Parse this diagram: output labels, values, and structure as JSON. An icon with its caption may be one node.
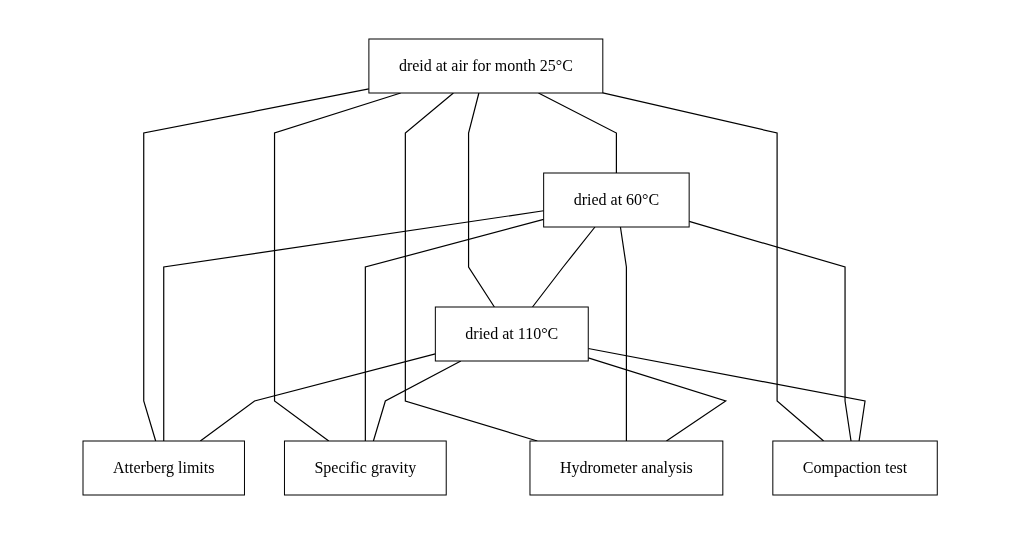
{
  "diagram": {
    "nodes": [
      {
        "text": [
          "dreid at air for month 25°C"
        ]
      },
      {
        "text": [
          "dried at 60°C"
        ]
      },
      {
        "text": [
          "dried at 110°C"
        ]
      },
      {
        "text": [
          "Atterberg limits"
        ]
      },
      {
        "text": [
          "Specific gravity"
        ]
      },
      {
        "text": [
          "Hydrometer analysis"
        ]
      },
      {
        "text": [
          "Compaction test"
        ]
      }
    ],
    "edges": [
      {
        "from": 0,
        "to": 1,
        "arrow": "none"
      },
      {
        "from": 0,
        "to": 2,
        "arrow": "none"
      },
      {
        "from": 1,
        "to": 2,
        "arrow": "none"
      },
      {
        "from": 0,
        "to": 3,
        "arrow": "none"
      },
      {
        "from": 0,
        "to": 4,
        "arrow": "none"
      },
      {
        "from": 0,
        "to": 5,
        "arrow": "none"
      },
      {
        "from": 0,
        "to": 6,
        "arrow": "none"
      },
      {
        "from": 1,
        "to": 3,
        "arrow": "none"
      },
      {
        "from": 1,
        "to": 4,
        "arrow": "none"
      },
      {
        "from": 1,
        "to": 5,
        "arrow": "none"
      },
      {
        "from": 1,
        "to": 6,
        "arrow": "none"
      },
      {
        "from": 2,
        "to": 3,
        "arrow": "none"
      },
      {
        "from": 2,
        "to": 4,
        "arrow": "none"
      },
      {
        "from": 2,
        "to": 5,
        "arrow": "none"
      },
      {
        "from": 2,
        "to": 6,
        "arrow": "none"
      }
    ]
  }
}
